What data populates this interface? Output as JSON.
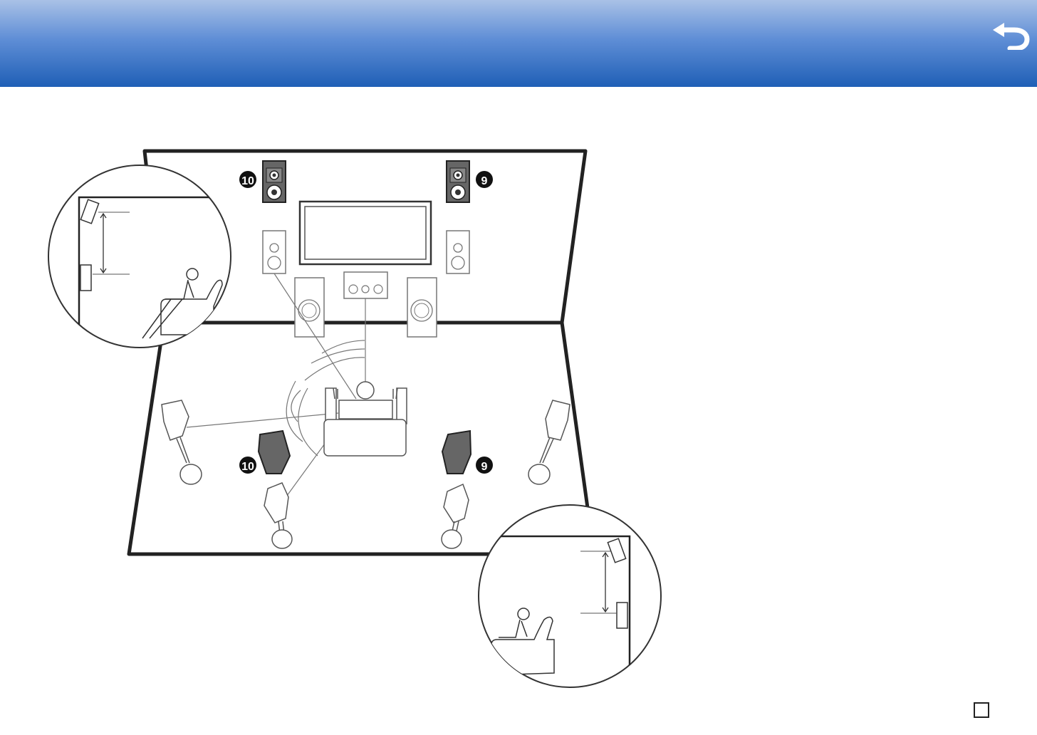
{
  "header": {
    "back_icon": "back-arrow-icon",
    "color_top": "#a9c1e6",
    "color_bottom": "#1f5fb6"
  },
  "diagram": {
    "speaker_labels": {
      "front_high_left": "10",
      "front_high_right": "9",
      "top_middle_left": "10",
      "top_middle_right": "9"
    },
    "accent_speaker_color": "#666666"
  },
  "footer": {
    "page_icon": "page-corner-icon"
  }
}
